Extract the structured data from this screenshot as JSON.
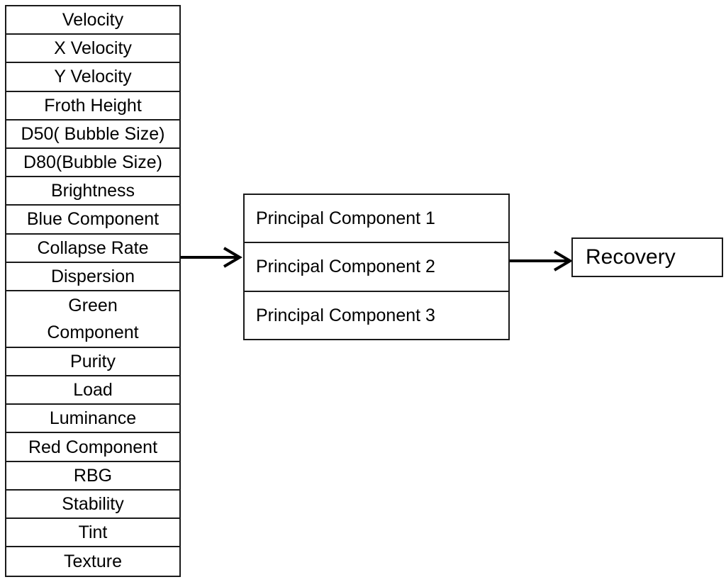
{
  "features": [
    "Velocity",
    "X Velocity",
    "Y Velocity",
    "Froth Height",
    "D50( Bubble Size)",
    "D80(Bubble Size)",
    "Brightness",
    "Blue Component",
    "Collapse Rate",
    "Dispersion",
    "Green Component",
    "Purity",
    "Load",
    "Luminance",
    "Red Component",
    "RBG",
    "Stability",
    "Tint",
    "Texture"
  ],
  "green_component": {
    "line1": "Green",
    "line2": "Component"
  },
  "principal_components": [
    "Principal Component 1",
    "Principal Component 2",
    "Principal Component 3"
  ],
  "output": "Recovery"
}
